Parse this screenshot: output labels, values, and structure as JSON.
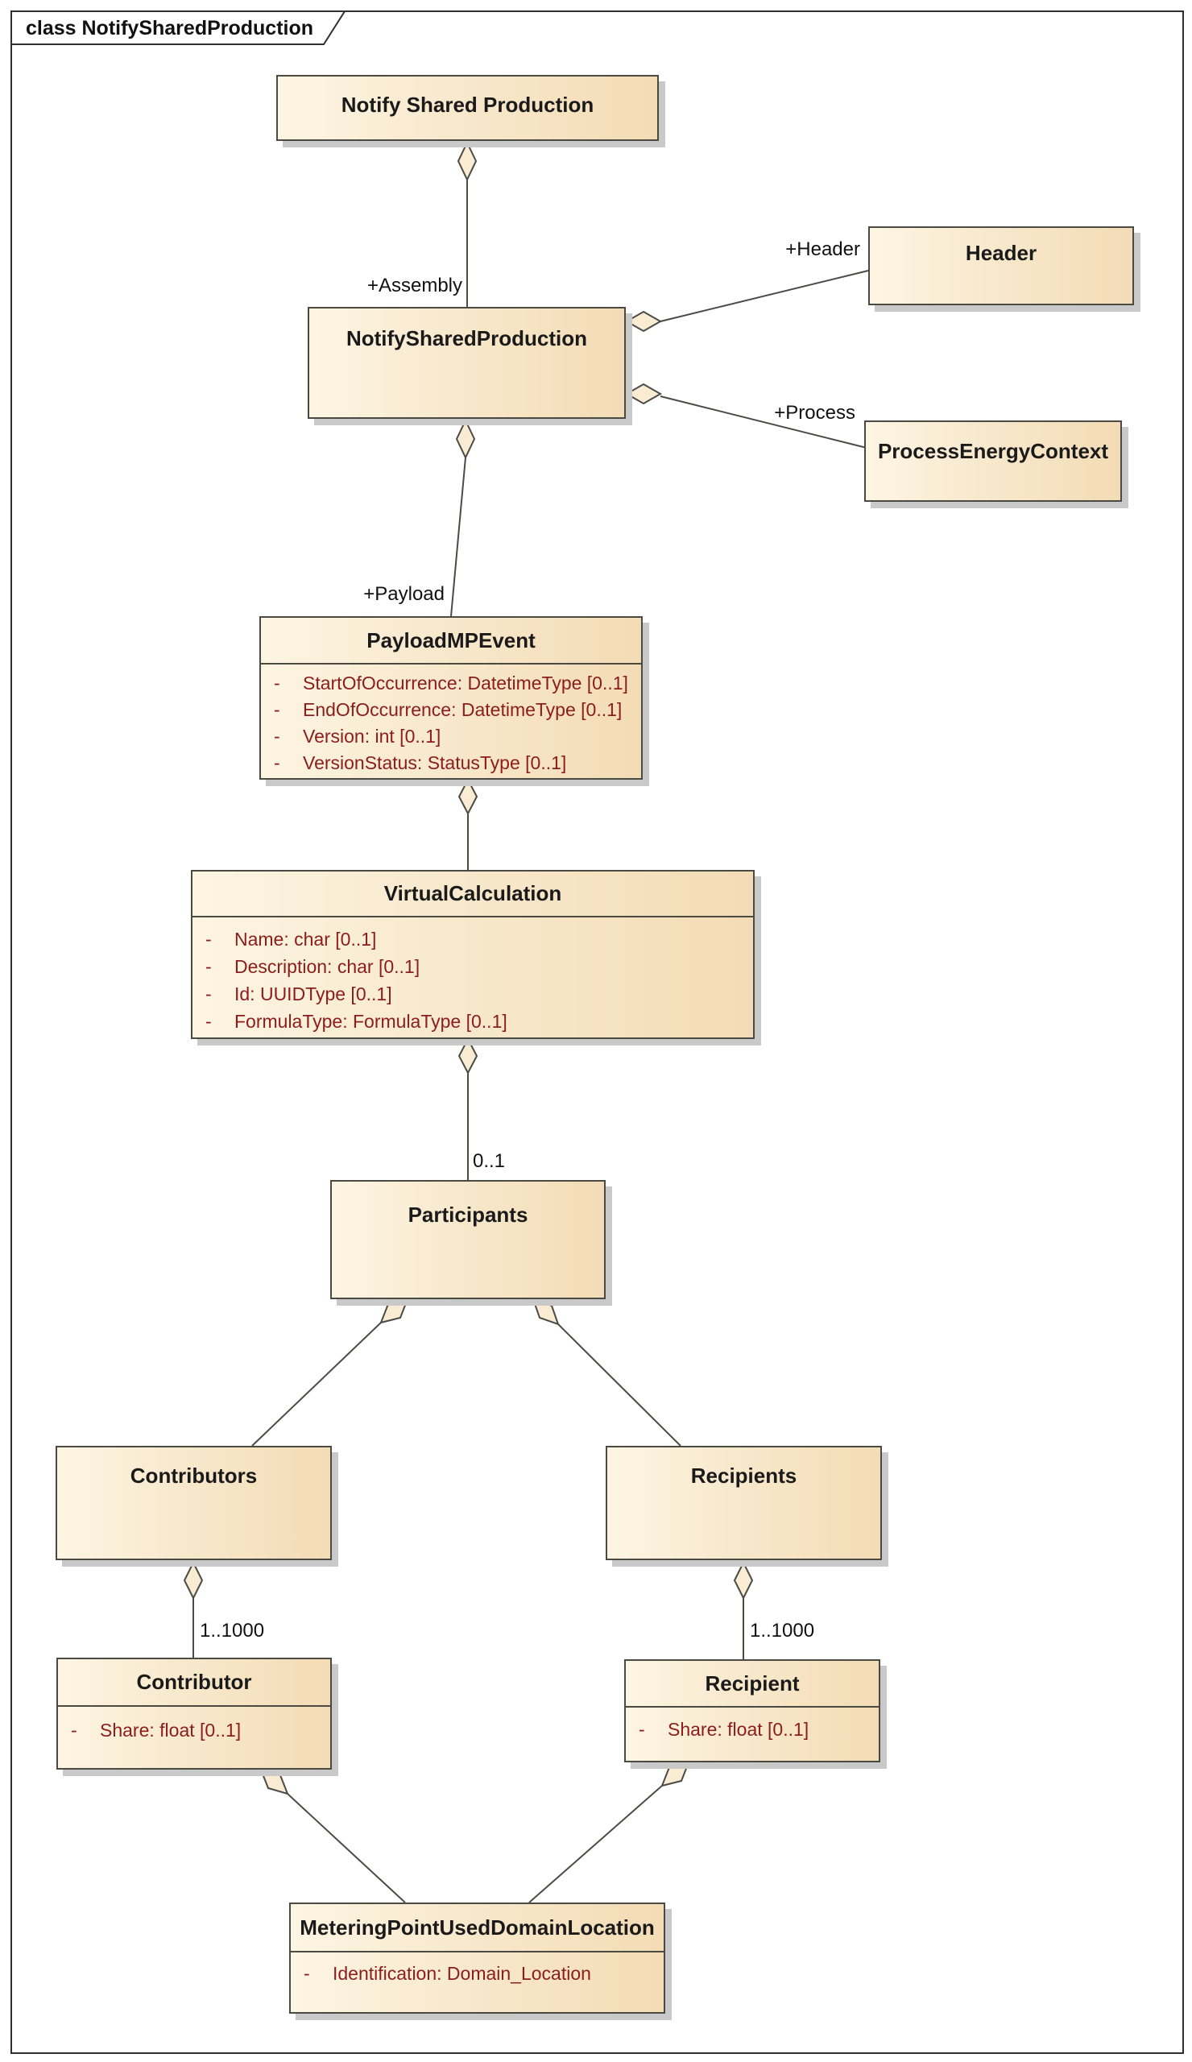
{
  "frame": {
    "tab_label": "class NotifySharedProduction"
  },
  "colors": {
    "background": "#ffffff",
    "frame_border": "#2f2f2f",
    "node_fill_left": "#fdf5e3",
    "node_fill_right": "#f3dcb5",
    "node_border": "#4b4a42",
    "title_text": "#1a1a1a",
    "attribute_text": "#8b1d1d",
    "connector": "#4b4b46",
    "diamond_fill": "#f9ecd2",
    "shadow": "#c9c9c9"
  },
  "nodes": {
    "notify_shared_production": {
      "title": "Notify Shared Production"
    },
    "notifySharedProduction": {
      "title": "NotifySharedProduction"
    },
    "header": {
      "title": "Header"
    },
    "process_energy_context": {
      "title": "ProcessEnergyContext"
    },
    "payload_mp_event": {
      "title": "PayloadMPEvent",
      "attributes": [
        {
          "vis": "-",
          "text": "StartOfOccurrence: DatetimeType [0..1]"
        },
        {
          "vis": "-",
          "text": "EndOfOccurrence: DatetimeType [0..1]"
        },
        {
          "vis": "-",
          "text": "Version: int [0..1]"
        },
        {
          "vis": "-",
          "text": "VersionStatus: StatusType [0..1]"
        }
      ]
    },
    "virtual_calculation": {
      "title": "VirtualCalculation",
      "attributes": [
        {
          "vis": "-",
          "text": "Name: char [0..1]"
        },
        {
          "vis": "-",
          "text": "Description: char [0..1]"
        },
        {
          "vis": "-",
          "text": "Id: UUIDType [0..1]"
        },
        {
          "vis": "-",
          "text": "FormulaType: FormulaType [0..1]"
        }
      ]
    },
    "participants": {
      "title": "Participants"
    },
    "contributors": {
      "title": "Contributors"
    },
    "recipients": {
      "title": "Recipients"
    },
    "contributor": {
      "title": "Contributor",
      "attributes": [
        {
          "vis": "-",
          "text": "Share: float [0..1]"
        }
      ]
    },
    "recipient": {
      "title": "Recipient",
      "attributes": [
        {
          "vis": "-",
          "text": "Share: float [0..1]"
        }
      ]
    },
    "metering_point_used_domain_location": {
      "title": "MeteringPointUsedDomainLocation",
      "attributes": [
        {
          "vis": "-",
          "text": "Identification: Domain_Location"
        }
      ]
    }
  },
  "labels": {
    "assembly": "+Assembly",
    "header_role": "+Header",
    "process_role": "+Process",
    "payload_role": "+Payload",
    "virtualcalc_mult": "0..1",
    "contributor_mult": "1..1000",
    "recipient_mult": "1..1000"
  }
}
